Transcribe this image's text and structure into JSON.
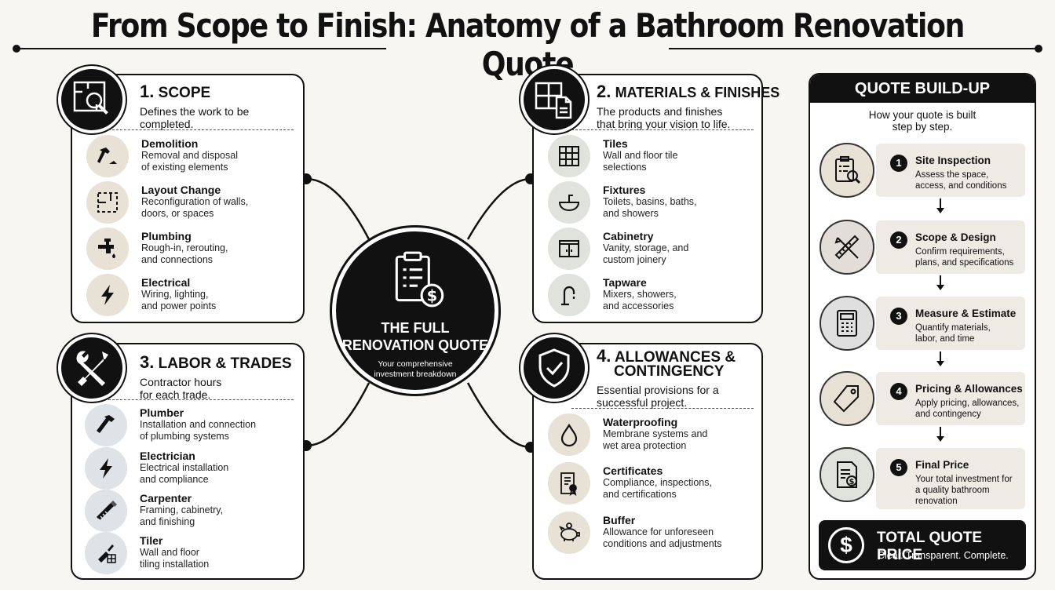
{
  "title": "From Scope to Finish: Anatomy of a Bathroom Renovation Quote",
  "center": {
    "title_line1": "THE FULL",
    "title_line2": "RENOVATION QUOTE",
    "subtitle_line1": "Your comprehensive",
    "subtitle_line2": "investment breakdown"
  },
  "scope": {
    "number": "1.",
    "title": "SCOPE",
    "desc_line1": "Defines the work to be",
    "desc_line2": "completed.",
    "items": [
      {
        "title": "Demolition",
        "l1": "Removal and disposal",
        "l2": "of existing elements",
        "icon": "hammer-icon"
      },
      {
        "title": "Layout Change",
        "l1": "Reconfiguration of walls,",
        "l2": "doors, or spaces",
        "icon": "floorplan-icon"
      },
      {
        "title": "Plumbing",
        "l1": "Rough-in, rerouting,",
        "l2": "and connections",
        "icon": "faucet-icon"
      },
      {
        "title": "Electrical",
        "l1": "Wiring, lighting,",
        "l2": "and power points",
        "icon": "lightning-icon"
      }
    ]
  },
  "materials": {
    "number": "2.",
    "title": "MATERIALS & FINISHES",
    "desc_line1": "The products and finishes",
    "desc_line2": "that bring your vision to life.",
    "items": [
      {
        "title": "Tiles",
        "l1": "Wall and floor tile",
        "l2": "selections",
        "icon": "tile-grid-icon"
      },
      {
        "title": "Fixtures",
        "l1": "Toilets, basins, baths,",
        "l2": "and showers",
        "icon": "basin-icon"
      },
      {
        "title": "Cabinetry",
        "l1": "Vanity, storage, and",
        "l2": "custom joinery",
        "icon": "cabinet-icon"
      },
      {
        "title": "Tapware",
        "l1": "Mixers, showers,",
        "l2": "and accessories",
        "icon": "tap-icon"
      }
    ]
  },
  "labor": {
    "number": "3.",
    "title": "LABOR & TRADES",
    "desc_line1": "Contractor hours",
    "desc_line2": "for each trade.",
    "items": [
      {
        "title": "Plumber",
        "l1": "Installation and connection",
        "l2": "of plumbing systems",
        "icon": "pipe-wrench-icon"
      },
      {
        "title": "Electrician",
        "l1": "Electrical installation",
        "l2": "and compliance",
        "icon": "lightning-icon"
      },
      {
        "title": "Carpenter",
        "l1": "Framing, cabinetry,",
        "l2": "and finishing",
        "icon": "saw-icon"
      },
      {
        "title": "Tiler",
        "l1": "Wall and floor",
        "l2": "tiling installation",
        "icon": "trowel-icon"
      }
    ]
  },
  "allowances": {
    "number": "4.",
    "title_line1": "ALLOWANCES &",
    "title_line2": "CONTINGENCY",
    "desc_line1": "Essential provisions for a",
    "desc_line2": "successful project.",
    "items": [
      {
        "title": "Waterproofing",
        "l1": "Membrane systems and",
        "l2": "wet area protection",
        "icon": "water-drop-icon"
      },
      {
        "title": "Certificates",
        "l1": "Compliance, inspections,",
        "l2": "and certifications",
        "icon": "certificate-icon"
      },
      {
        "title": "Buffer",
        "l1": "Allowance for unforeseen",
        "l2": "conditions and adjustments",
        "icon": "piggy-bank-icon"
      }
    ]
  },
  "buildup": {
    "title": "QUOTE BUILD-UP",
    "sub_line1": "How your quote is built",
    "sub_line2": "step by step.",
    "steps": [
      {
        "num": "1",
        "title": "Site Inspection",
        "l1": "Assess the space,",
        "l2": "access, and conditions",
        "l3": "",
        "icon": "clipboard-search-icon"
      },
      {
        "num": "2",
        "title": "Scope & Design",
        "l1": "Confirm requirements,",
        "l2": "plans, and specifications",
        "l3": "",
        "icon": "ruler-pencil-icon"
      },
      {
        "num": "3",
        "title": "Measure & Estimate",
        "l1": "Quantify materials,",
        "l2": "labor, and time",
        "l3": "",
        "icon": "calculator-icon"
      },
      {
        "num": "4",
        "title": "Pricing & Allowances",
        "l1": "Apply pricing, allowances,",
        "l2": "and contingency",
        "l3": "",
        "icon": "price-tag-icon"
      },
      {
        "num": "5",
        "title": "Final Price",
        "l1": "Your total investment for",
        "l2": "a quality bathroom",
        "l3": "renovation",
        "icon": "invoice-dollar-icon"
      }
    ],
    "total_symbol": "$",
    "total_title": "TOTAL QUOTE PRICE",
    "total_sub": "Clear. Transparent. Complete."
  }
}
